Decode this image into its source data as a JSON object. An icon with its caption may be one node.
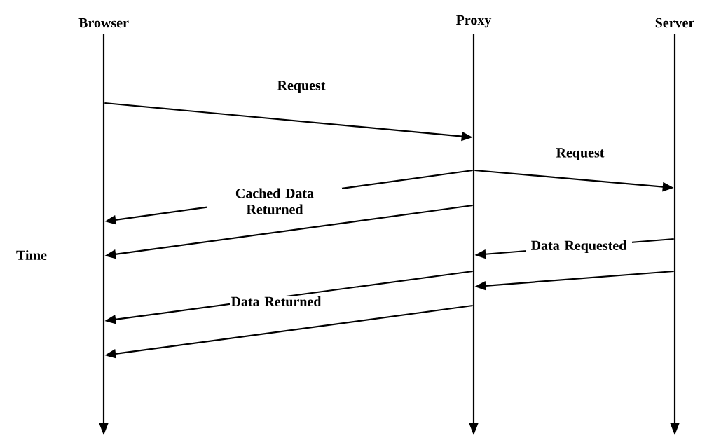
{
  "diagram": {
    "nodes": [
      {
        "text": [
          "Browser"
        ]
      },
      {
        "text": [
          "Proxy"
        ]
      },
      {
        "text": [
          "Server"
        ]
      }
    ],
    "edges": [
      {
        "from": 0,
        "to": 1,
        "arrow": "to",
        "label": "Request"
      },
      {
        "from": 1,
        "to": 2,
        "arrow": "to",
        "label": "Request"
      },
      {
        "from": 1,
        "to": 0,
        "arrow": "to",
        "label": "Cached Data Returned"
      },
      {
        "from": 1,
        "to": 0,
        "arrow": "to"
      },
      {
        "from": 2,
        "to": 1,
        "arrow": "to",
        "label": "Data Requested"
      },
      {
        "from": 2,
        "to": 1,
        "arrow": "to"
      },
      {
        "from": 1,
        "to": 0,
        "arrow": "to",
        "label": "Data Returned"
      },
      {
        "from": 1,
        "to": 0,
        "arrow": "to"
      }
    ],
    "labels": [
      "Time"
    ]
  }
}
